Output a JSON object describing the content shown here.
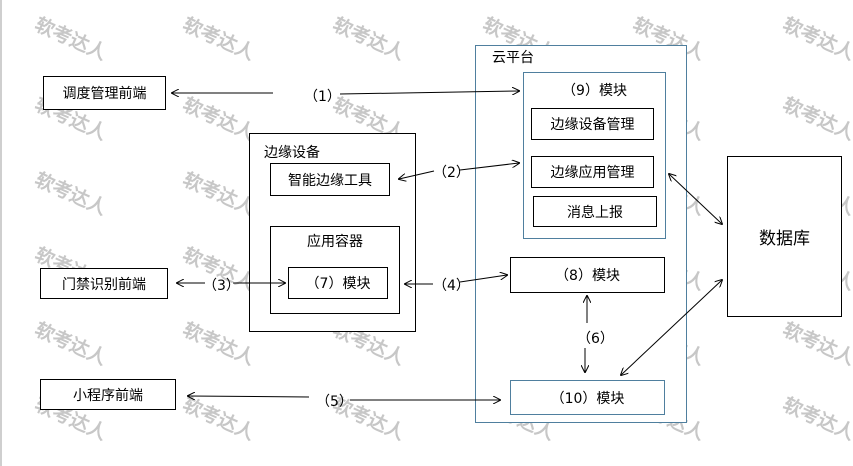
{
  "watermark": "软考达人",
  "cloud": {
    "title": "云平台"
  },
  "module9": {
    "title": "（9）模块",
    "items": [
      "边缘设备管理",
      "边缘应用管理",
      "消息上报"
    ]
  },
  "module8": "（8）模块",
  "module10": "（10）模块",
  "edge": {
    "title": "边缘设备",
    "tool": "智能边缘工具",
    "container": "应用容器",
    "module7": "（7）模块"
  },
  "frontends": {
    "dispatch": "调度管理前端",
    "access": "门禁识别前端",
    "miniapp": "小程序前端"
  },
  "database": "数据库",
  "labels": {
    "l1": "（1）",
    "l2": "（2）",
    "l3": "（3）",
    "l4": "（4）",
    "l5": "（5）",
    "l6": "（6）"
  }
}
